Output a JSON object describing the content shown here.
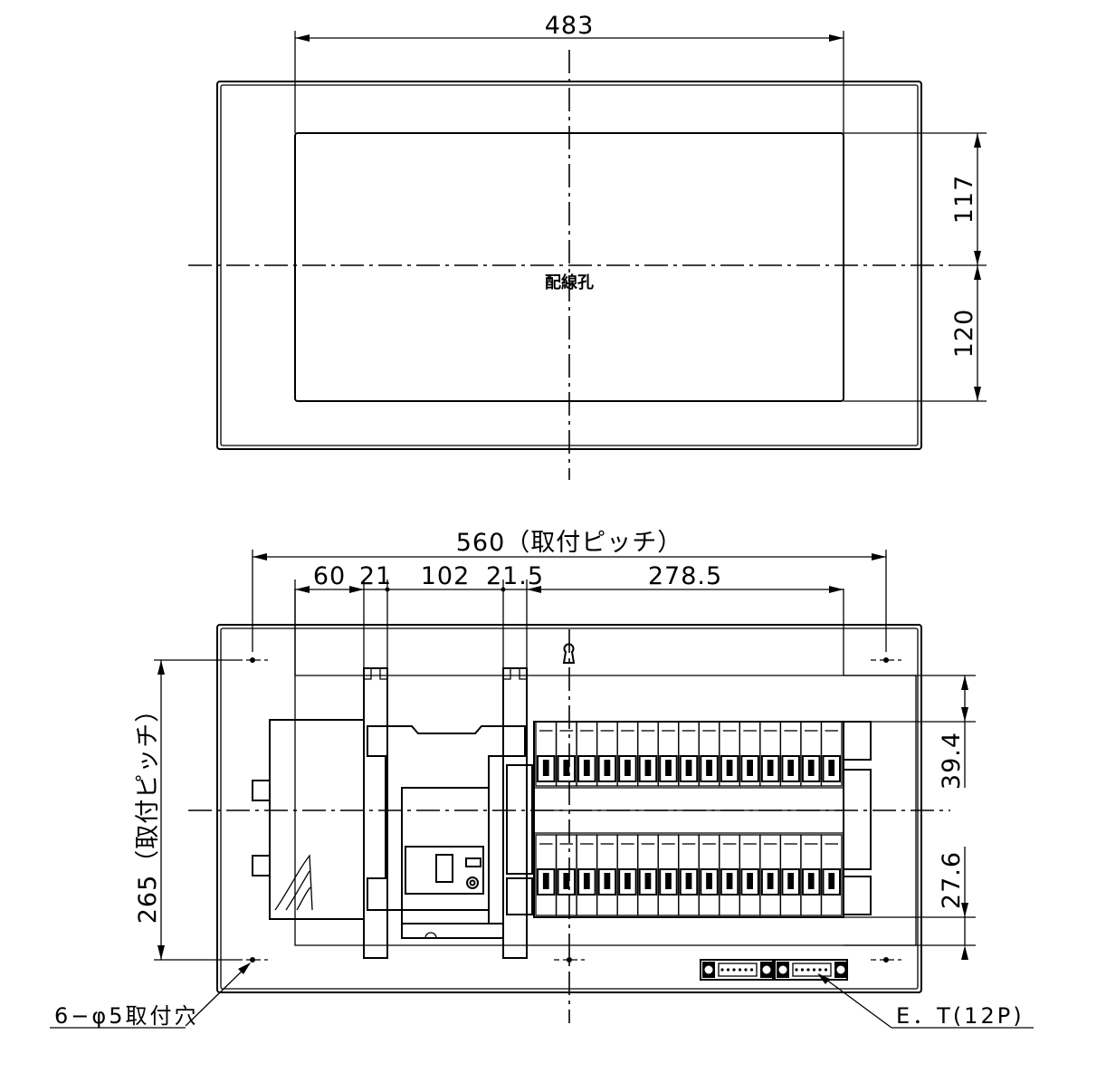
{
  "top_view": {
    "width_dim": "483",
    "upper_dim": "117",
    "lower_dim": "120",
    "hole_label": "配線孔"
  },
  "front_view": {
    "pitch_width": "560（取付ピッチ）",
    "seg_60": "60",
    "seg_21": "21",
    "seg_102": "102",
    "seg_21_5": "21.5",
    "seg_278_5": "278.5",
    "pitch_height": "265（取付ピッチ）",
    "dim_39_4": "39.4",
    "dim_27_6": "27.6",
    "mount_hole_note": "6−φ5取付穴",
    "terminal_note": "E．T(12P)"
  },
  "breaker_count_per_row": 15
}
